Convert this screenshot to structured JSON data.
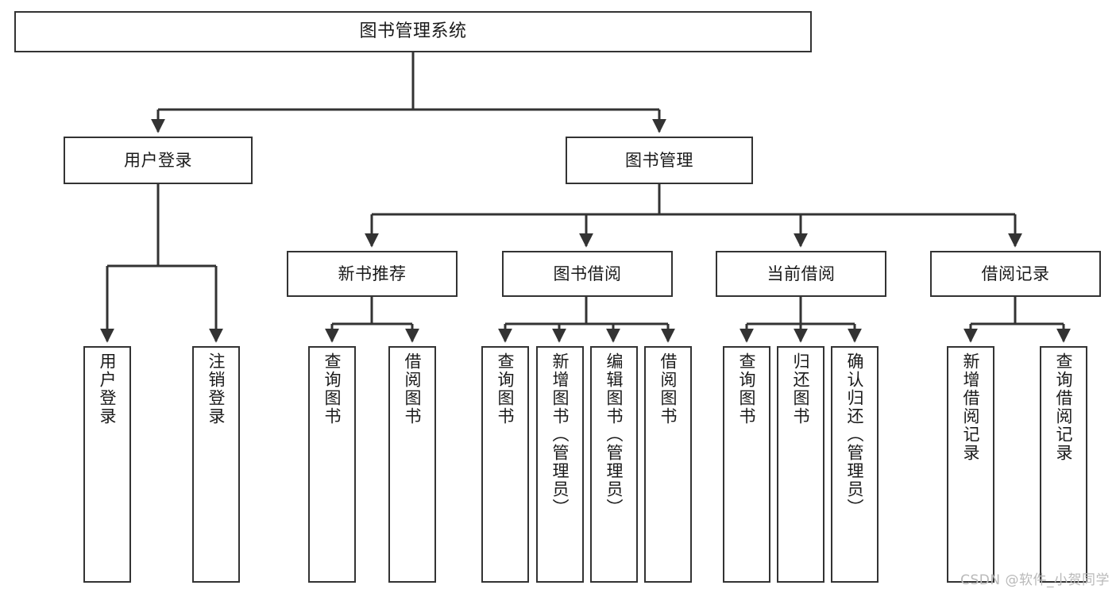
{
  "diagram": {
    "title": "图书管理系统",
    "type": "tree",
    "watermark": "CSDN @软件_小贺同学",
    "colors": {
      "background": "#ffffff",
      "node_border": "#333333",
      "node_fill": "#ffffff",
      "connector": "#333333",
      "text": "#1a1a1a",
      "watermark": "#b9b9b9"
    },
    "nodes": {
      "root": {
        "label": "图书管理系统"
      },
      "level1": [
        {
          "label": "用户登录"
        },
        {
          "label": "图书管理"
        }
      ],
      "level2": [
        {
          "label": "新书推荐"
        },
        {
          "label": "图书借阅"
        },
        {
          "label": "当前借阅"
        },
        {
          "label": "借阅记录"
        }
      ],
      "leaves_user_login": [
        {
          "label": "用户登录"
        },
        {
          "label": "注销登录"
        }
      ],
      "leaves_new_book": [
        {
          "label": "查询图书"
        },
        {
          "label": "借阅图书"
        }
      ],
      "leaves_borrow": [
        {
          "label": "查询图书"
        },
        {
          "label": "新增图书（管理员）"
        },
        {
          "label": "编辑图书（管理员）"
        },
        {
          "label": "借阅图书"
        }
      ],
      "leaves_current": [
        {
          "label": "查询图书"
        },
        {
          "label": "归还图书"
        },
        {
          "label": "确认归还（管理员）"
        }
      ],
      "leaves_records": [
        {
          "label": "新增借阅记录"
        },
        {
          "label": "查询借阅记录"
        }
      ]
    }
  }
}
